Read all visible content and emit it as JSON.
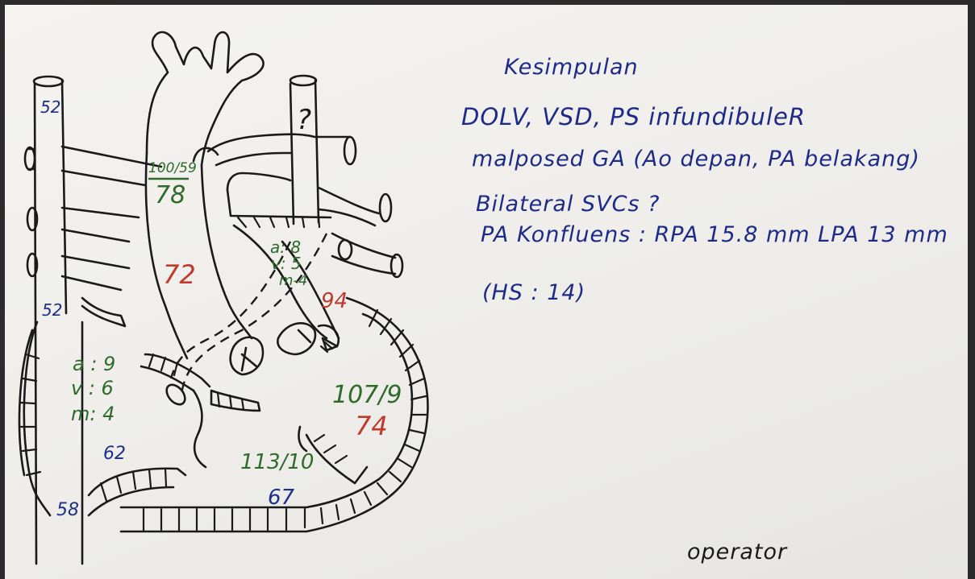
{
  "diagram": {
    "labels": {
      "svc_right_top": "52",
      "svc_right_mid": "52",
      "ivc": "58",
      "ra_pressure_a": "a : 9",
      "ra_pressure_v": "v : 6",
      "ra_pressure_m": "m: 4",
      "ra_sat": "62",
      "aorta_pressure_sys_dia": "100/59",
      "aorta_pressure_mean": "78",
      "aorta_sat": "72",
      "la_pressure_a": "a: 8",
      "la_pressure_v": "v: 5",
      "la_pressure_m": "m-4",
      "la_sat": "94",
      "lv_pressure": "107/9",
      "lv_sat": "74",
      "rv_pressure": "113/10",
      "rv_sat": "67",
      "left_svc_question": "?"
    }
  },
  "notes": {
    "line1": "Kesimpulan",
    "line2": "DOLV, VSD, PS infundibuleR",
    "line3": "malposed GA (Ao depan, PA belakang)",
    "line4": "Bilateral SVCs ?",
    "line5": "PA Konfluens : RPA 15.8 mm LPA 13 mm",
    "line6": "(HS : 14)",
    "signature": "operator"
  },
  "colors": {
    "ink_blue": "#1b2f8a",
    "ink_green": "#2e6b2a",
    "ink_red": "#c0392b",
    "ink_black": "#1a1a1a",
    "paper": "#f1f0ed"
  }
}
